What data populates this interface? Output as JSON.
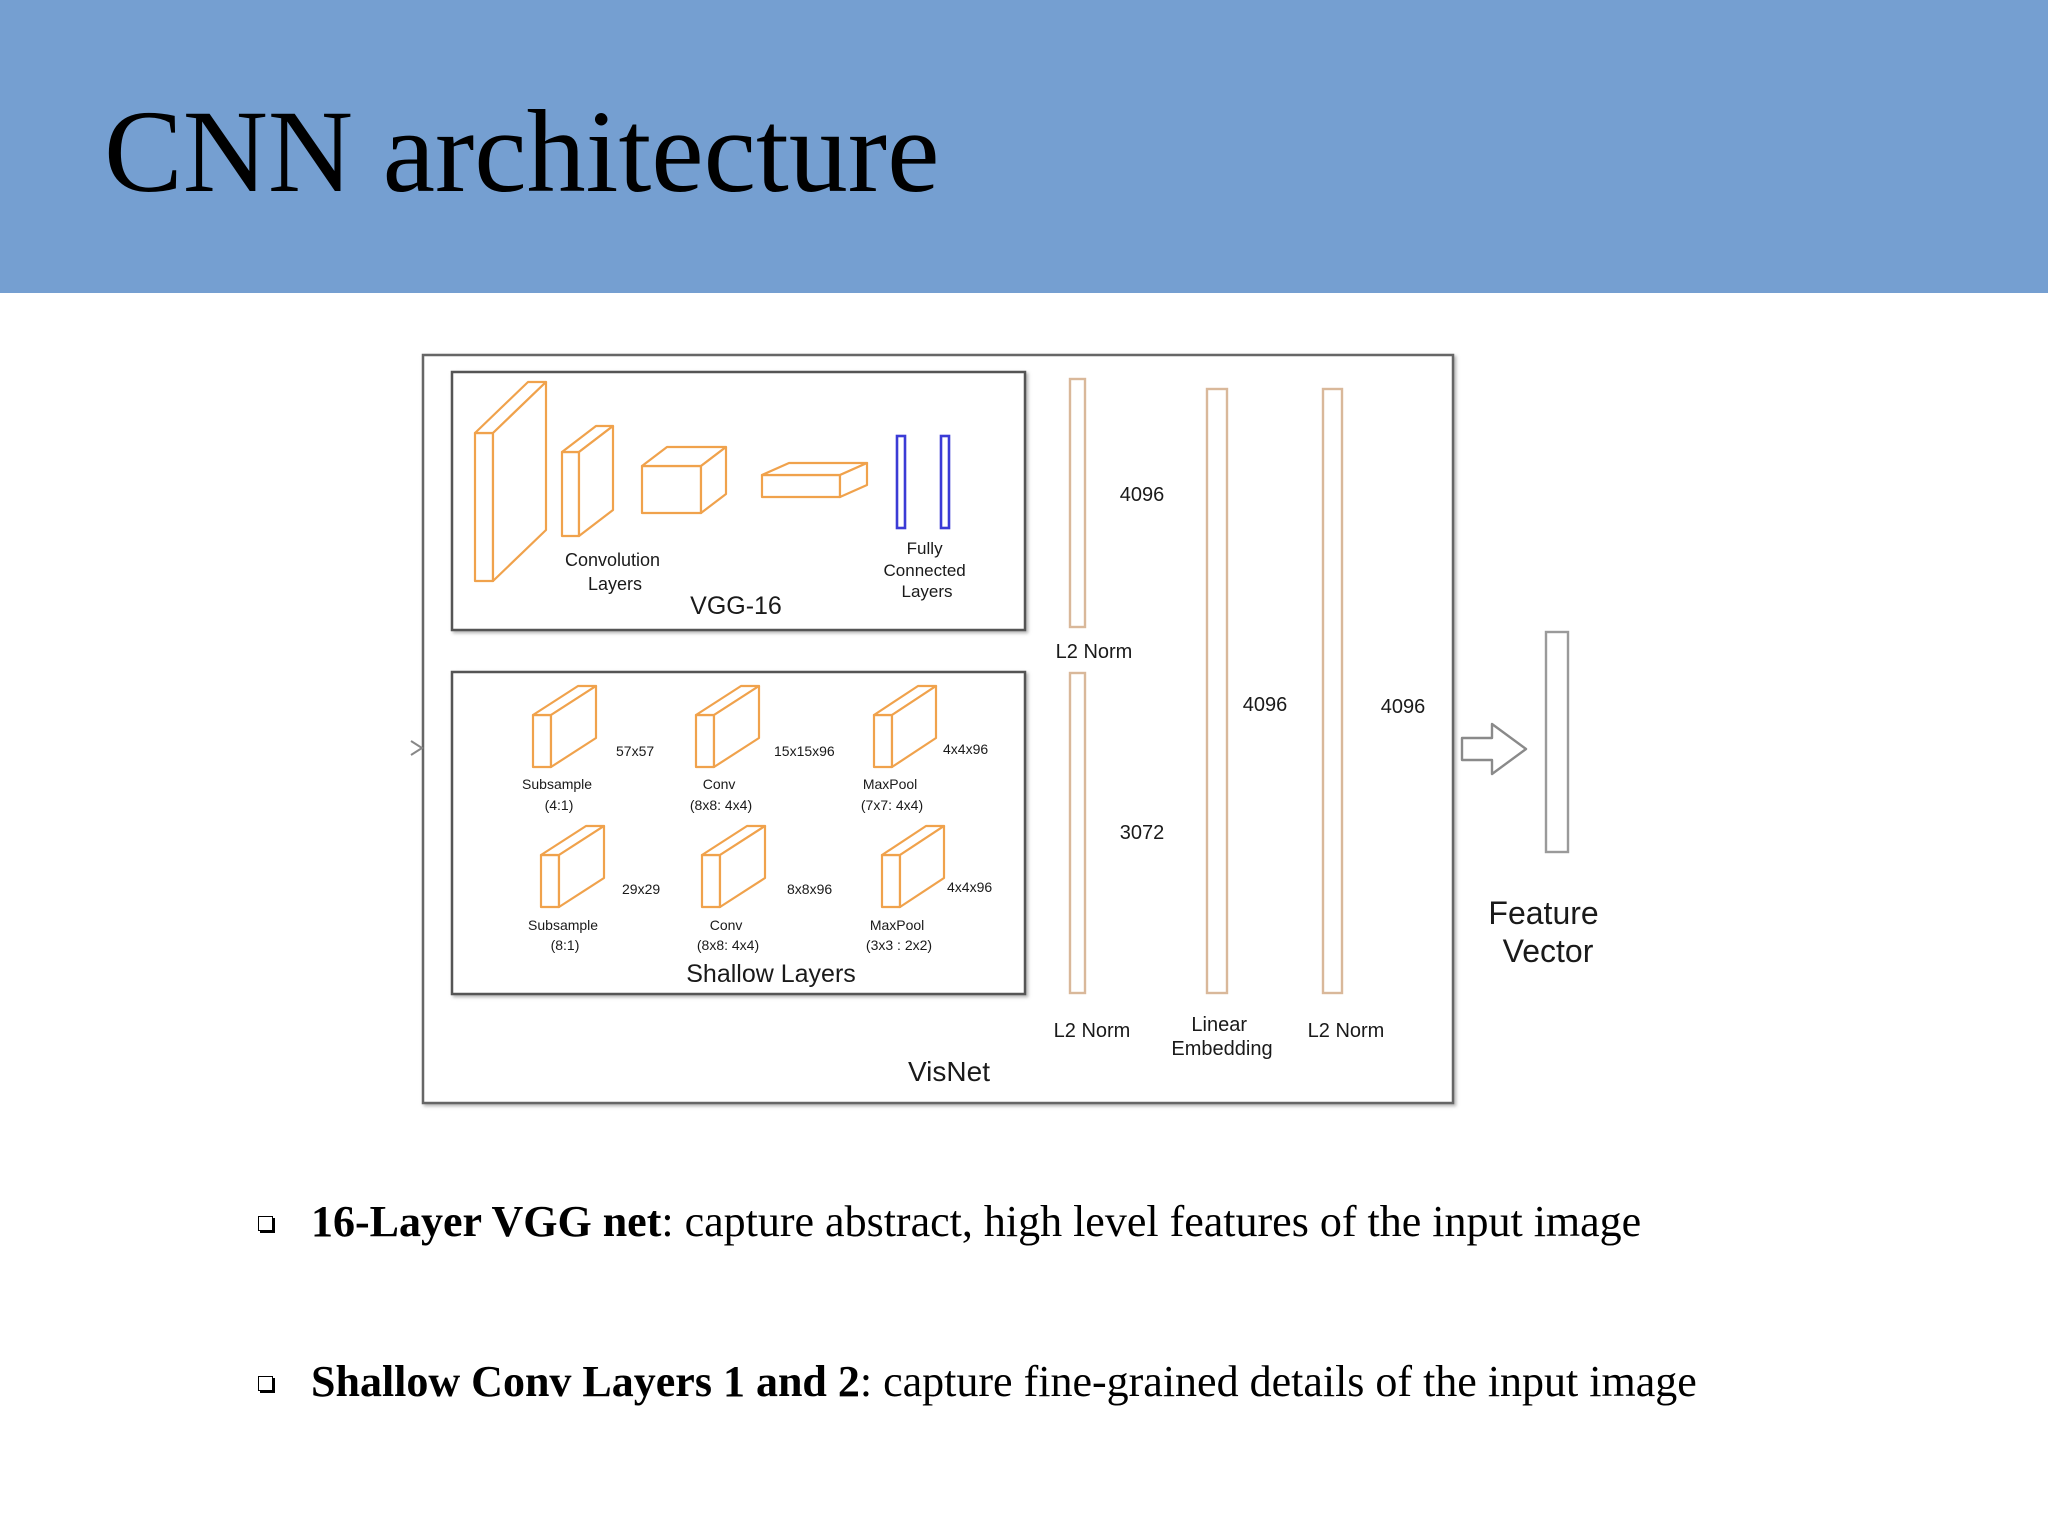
{
  "slide": {
    "title": "CNN architecture"
  },
  "diagram": {
    "vgg": {
      "title": "VGG-16",
      "conv_label": [
        "Convolution",
        "Layers"
      ],
      "fc_label": [
        "Fully",
        "Connected",
        "Layers"
      ]
    },
    "shallow": {
      "title": "Shallow Layers",
      "row1": [
        {
          "dim": "57x57",
          "label": [
            "Subsample",
            "(4:1)"
          ]
        },
        {
          "dim": "15x15x96",
          "label": [
            "Conv",
            "(8x8: 4x4)"
          ]
        },
        {
          "dim": "4x4x96",
          "label": [
            "MaxPool",
            "(7x7: 4x4)"
          ]
        }
      ],
      "row2": [
        {
          "dim": "29x29",
          "label": [
            "Subsample",
            "(8:1)"
          ]
        },
        {
          "dim": "8x8x96",
          "label": [
            "Conv",
            "(8x8: 4x4)"
          ]
        },
        {
          "dim": "4x4x96",
          "label": [
            "MaxPool",
            "(3x3 : 2x2)"
          ]
        }
      ]
    },
    "vectors": {
      "top_dim": "4096",
      "bottom_dim": "3072",
      "l2_top": "L2 Norm",
      "l2_bottom": "L2 Norm",
      "embed_dim": "4096",
      "embed_label": [
        "Linear",
        "Embedding"
      ],
      "l2_final_dim": "4096",
      "l2_final_label": "L2 Norm"
    },
    "visnet_label": "VisNet",
    "output_label": [
      "Feature",
      "Vector"
    ]
  },
  "bullets": [
    {
      "bold": "16-Layer VGG net",
      "text": ": capture abstract, high level features of the input image"
    },
    {
      "bold": "Shallow Conv Layers 1 and 2",
      "text": ": capture fine-grained details of the input image"
    }
  ],
  "colors": {
    "header": "#759fd1",
    "layer_outline": "#f0a24c",
    "fc_outline": "#3b3bd6",
    "vector_outline": "#d9b89a"
  }
}
